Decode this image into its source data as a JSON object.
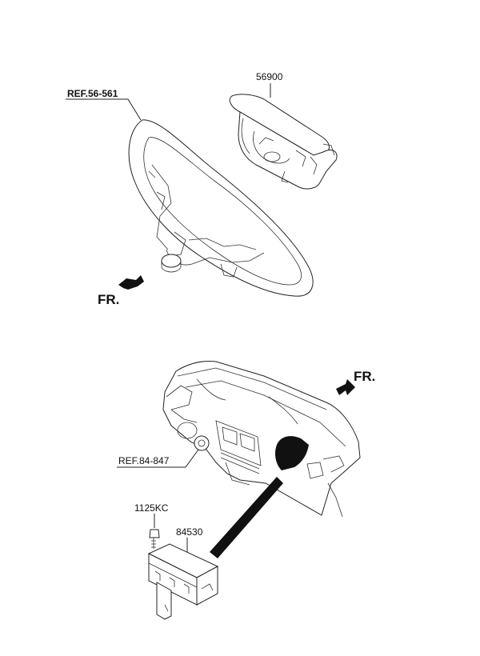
{
  "labels": {
    "ref_steering": "REF.56-561",
    "part_driver_airbag": "56900",
    "fr_top": "FR.",
    "fr_bottom": "FR.",
    "ref_dashboard": "REF.84-847",
    "part_bolt": "1125KC",
    "part_passenger_airbag": "84530"
  },
  "colors": {
    "line": "#222222",
    "fill_dark": "#111111"
  }
}
